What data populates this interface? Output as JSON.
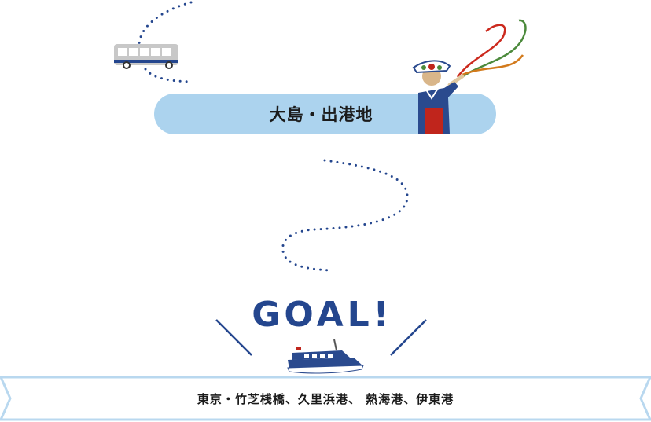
{
  "departure": {
    "label": "大島・出港地"
  },
  "goal": {
    "label": "GOAL!"
  },
  "destinations": {
    "label": "東京・竹芝桟橋、久里浜港、 熱海港、伊東港"
  },
  "colors": {
    "navy": "#24468e",
    "light_blue": "#acd3ee",
    "banner_border": "#b9d8ef"
  },
  "icons": [
    "bus-icon",
    "island-woman-icon",
    "ribbon-streamers-icon",
    "ship-icon"
  ]
}
